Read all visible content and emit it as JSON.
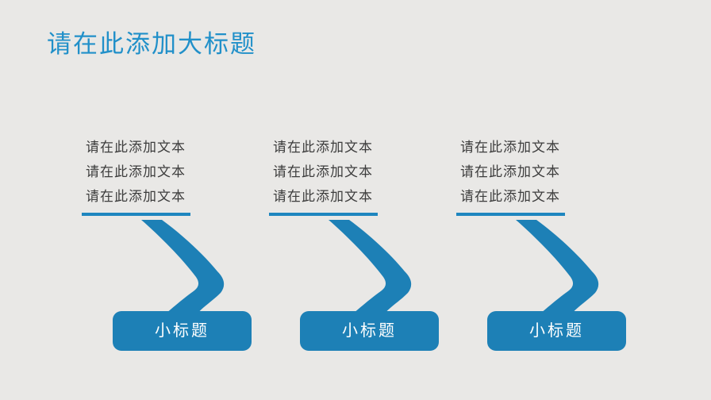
{
  "slide": {
    "title": "请在此添加大标题",
    "columns": [
      {
        "texts": [
          "请在此添加文本",
          "请在此添加文本",
          "请在此添加文本"
        ],
        "button_label": "小标题"
      },
      {
        "texts": [
          "请在此添加文本",
          "请在此添加文本",
          "请在此添加文本"
        ],
        "button_label": "小标题"
      },
      {
        "texts": [
          "请在此添加文本",
          "请在此添加文本",
          "请在此添加文本"
        ],
        "button_label": "小标题"
      }
    ],
    "colors": {
      "background": "#e9e8e6",
      "title_blue": "#2190c9",
      "line_blue": "#1e86bf",
      "shape_blue": "#1d80b6",
      "body_text": "#3d3d3d",
      "button_text": "#ffffff"
    }
  }
}
